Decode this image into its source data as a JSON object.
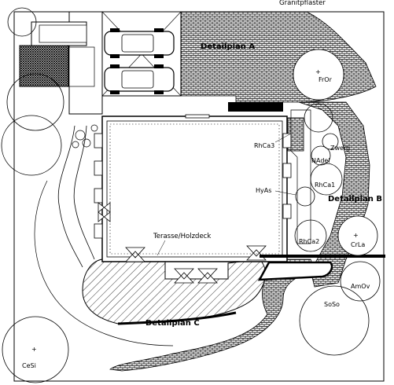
{
  "labels": {
    "title_top": "Granitpflaster",
    "detail_a": "Detailplan A",
    "detail_b": "Detailplan B",
    "detail_c": "Detailplan C",
    "terrace": "Terasse/Holzdeck",
    "rhca3": "RhCa3",
    "hyas": "HyAs",
    "rhca1": "RhCa1",
    "rhca2": "RhCa2",
    "nadel": "NAdel",
    "zwerg": "Zwerg",
    "fror": "FrOr",
    "crla": "CrLa",
    "amov": "AmOv",
    "soso": "SoSo",
    "cesi": "CeSi"
  },
  "colors": {
    "ink": "#000000",
    "paper": "#ffffff"
  }
}
